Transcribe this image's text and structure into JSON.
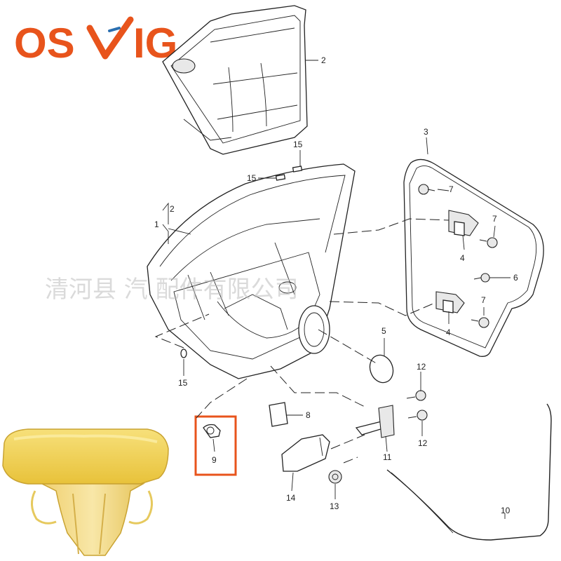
{
  "brand": {
    "logo_text": "OSVIG",
    "letters_left": "OS",
    "letters_right": "IG",
    "color": "#e8541c",
    "check_color": "#e8541c"
  },
  "watermark": {
    "text": "清河县 汽 配件有限公司"
  },
  "callouts": {
    "c1": "1",
    "c2_top": "2",
    "c2_side": "2",
    "c3": "3",
    "c4_upper": "4",
    "c4_lower": "4",
    "c5": "5",
    "c6": "6",
    "c7_top": "7",
    "c7_mid": "7",
    "c7_low": "7",
    "c8": "8",
    "c9": "9",
    "c10": "10",
    "c11": "11",
    "c12_top": "12",
    "c12_low": "12",
    "c13": "13",
    "c14": "14",
    "c15_top": "15",
    "c15_left": "15",
    "c15_bottom": "15"
  },
  "highlight": {
    "part": "9",
    "color": "#e8541c"
  },
  "product_photo": {
    "subject": "door-trim-clip-icon",
    "color": "#f2d34f"
  }
}
